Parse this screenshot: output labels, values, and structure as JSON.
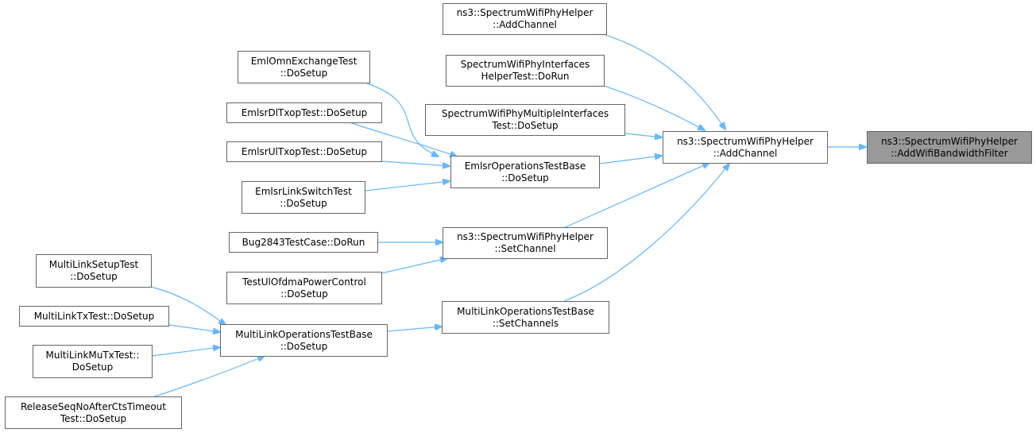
{
  "colors": {
    "edge": "#63b8ff",
    "node_border": "#666666",
    "root_fill": "#999999"
  },
  "nodes": {
    "root": [
      "ns3::SpectrumWifiPhyHelper",
      "::AddWifiBandwidthFilter"
    ],
    "add_channel": [
      "ns3::SpectrumWifiPhyHelper",
      "::AddChannel"
    ],
    "add_channel_top": [
      "ns3::SpectrumWifiPhyHelper",
      "::AddChannel"
    ],
    "interfaces_helper_test": [
      "SpectrumWifiPhyInterfaces",
      "HelperTest::DoRun"
    ],
    "multiple_interfaces_test": [
      "SpectrumWifiPhyMultipleInterfaces",
      "Test::DoSetup"
    ],
    "emlsr_ops_base": [
      "EmlsrOperationsTestBase",
      "::DoSetup"
    ],
    "eml_omn_exchange": [
      "EmlOmnExchangeTest",
      "::DoSetup"
    ],
    "emlsr_dl_txop": [
      "EmlsrDlTxopTest::DoSetup"
    ],
    "emlsr_ul_txop": [
      "EmlsrUlTxopTest::DoSetup"
    ],
    "emlsr_link_switch": [
      "EmlsrLinkSwitchTest",
      "::DoSetup"
    ],
    "set_channel": [
      "ns3::SpectrumWifiPhyHelper",
      "::SetChannel"
    ],
    "bug2843": [
      "Bug2843TestCase::DoRun"
    ],
    "test_ul_ofdma": [
      "TestUlOfdmaPowerControl",
      "::DoSetup"
    ],
    "ml_ops_set_channels": [
      "MultiLinkOperationsTestBase",
      "::SetChannels"
    ],
    "ml_ops_do_setup": [
      "MultiLinkOperationsTestBase",
      "::DoSetup"
    ],
    "ml_setup_test": [
      "MultiLinkSetupTest",
      "::DoSetup"
    ],
    "ml_tx_test": [
      "MultiLinkTxTest::DoSetup"
    ],
    "ml_mu_tx_test": [
      "MultiLinkMuTxTest::",
      "DoSetup"
    ],
    "release_seq": [
      "ReleaseSeqNoAfterCtsTimeout",
      "Test::DoSetup"
    ]
  }
}
